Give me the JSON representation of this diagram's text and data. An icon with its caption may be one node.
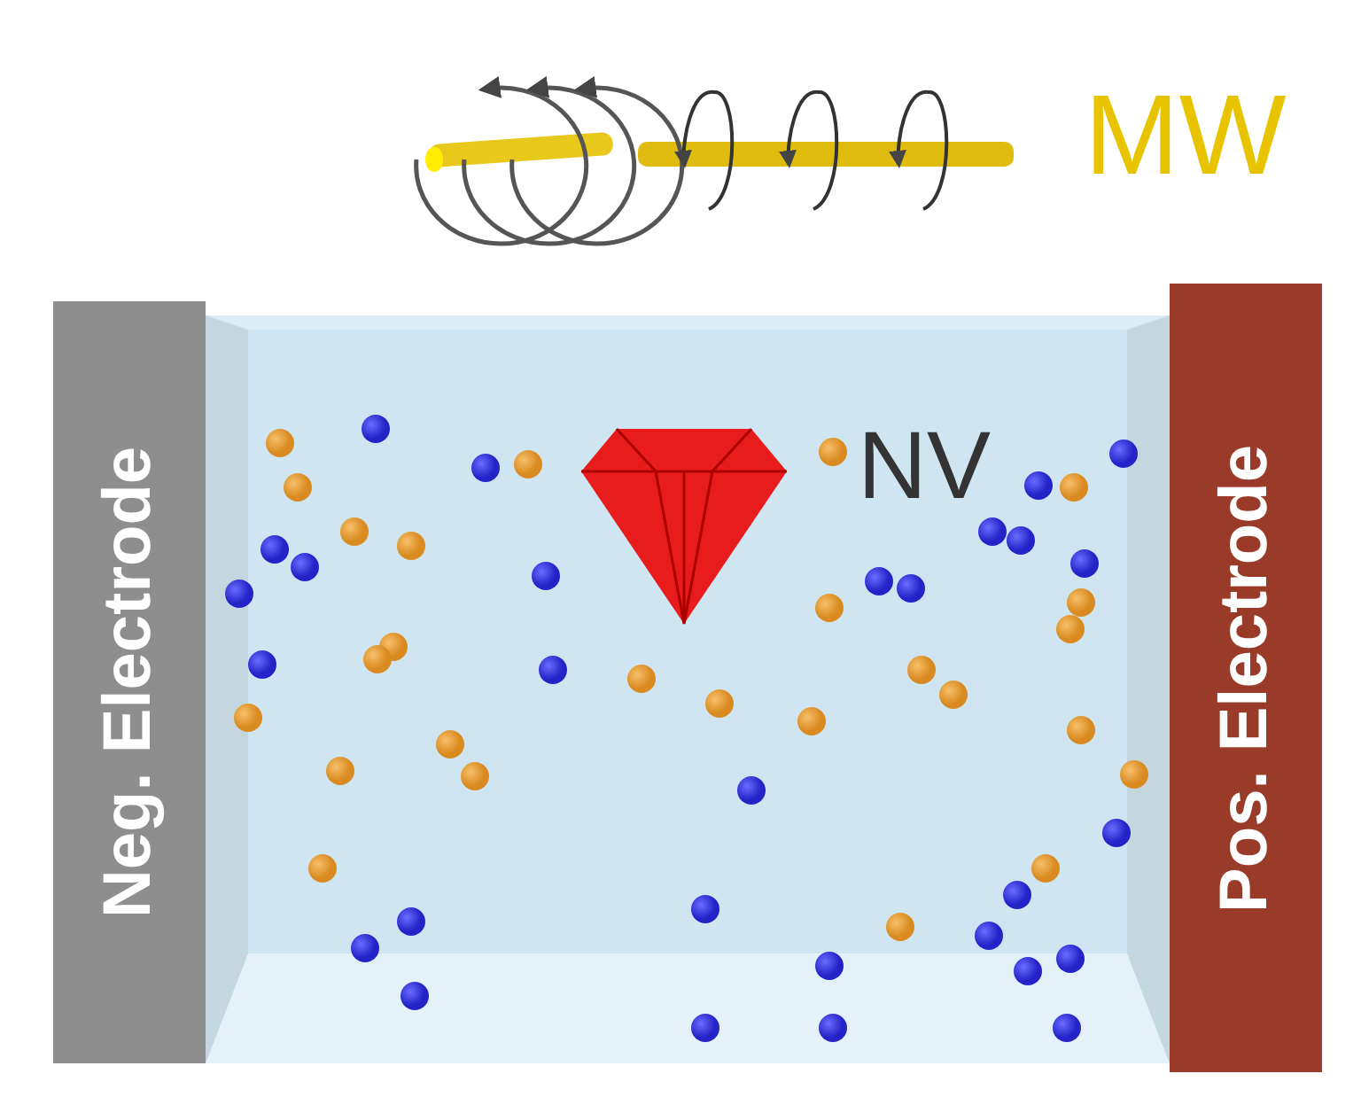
{
  "diagram": {
    "nodes": [
      {
        "text": [
          "Neg. Electrode"
        ]
      },
      {
        "text": [
          "Pos. Electrode"
        ]
      }
    ],
    "labels": [
      "MW",
      "NV"
    ]
  }
}
